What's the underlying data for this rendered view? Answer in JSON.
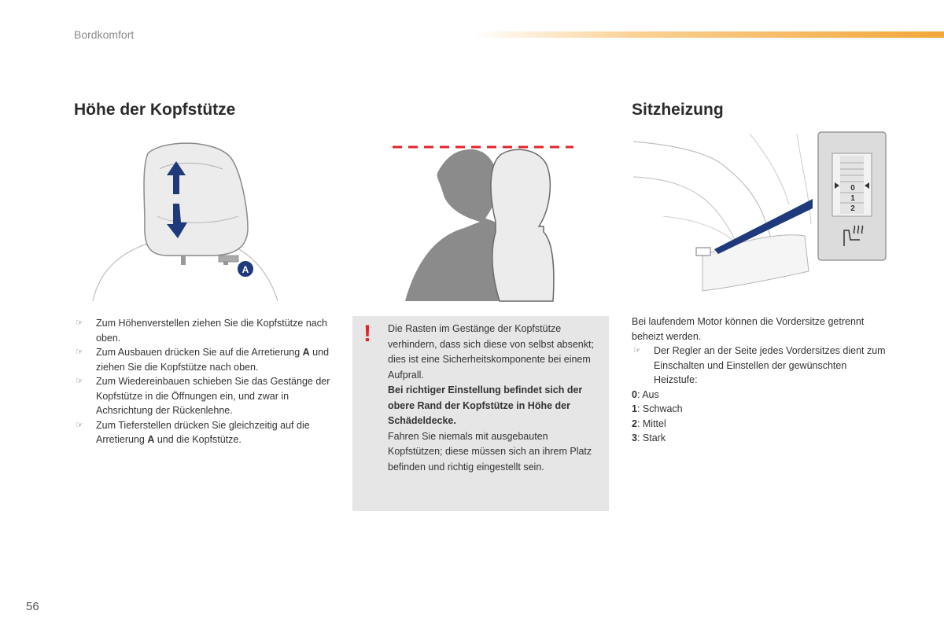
{
  "header": {
    "section": "Bordkomfort"
  },
  "left": {
    "title": "Höhe der Kopfstütze",
    "figure_label": "A",
    "bullets": [
      {
        "text": "Zum Höhenverstellen ziehen Sie die Kopfstütze nach oben."
      },
      {
        "pre": "Zum Ausbauen drücken Sie auf die Arretierung ",
        "bold": "A",
        "post": " und ziehen Sie die Kopfstütze nach oben."
      },
      {
        "text": "Zum Wiedereinbauen schieben Sie das Gestänge der Kopfstütze in die Öffnungen ein, und zwar in Achsrichtung der Rückenlehne."
      },
      {
        "pre": "Zum Tieferstellen drücken Sie gleichzeitig auf die Arretierung ",
        "bold": "A",
        "post": " und die Kopfstütze."
      }
    ]
  },
  "warning": {
    "mark": "!",
    "para1": "Die Rasten im Gestänge der Kopfstütze verhindern, dass sich diese von selbst absenkt; dies ist eine Sicherheitskomponente bei einem Aufprall.",
    "para2": "Bei richtiger Einstellung befindet sich der obere Rand der Kopfstütze in Höhe der Schädeldecke.",
    "para3": "Fahren Sie niemals mit ausgebauten Kopfstützen; diese müssen sich an ihrem Platz befinden und richtig eingestellt sein."
  },
  "right": {
    "title": "Sitzheizung",
    "dial_labels": [
      "0",
      "1",
      "2"
    ],
    "intro": "Bei laufendem Motor können die Vordersitze getrennt beheizt werden.",
    "bullet": "Der Regler an der Seite jedes Vordersitzes dient zum Einschalten und Einstellen der gewünschten Heizstufe:",
    "levels": [
      {
        "key": "0",
        "label": ": Aus"
      },
      {
        "key": "1",
        "label": ": Schwach"
      },
      {
        "key": "2",
        "label": ": Mittel"
      },
      {
        "key": "3",
        "label": ": Stark"
      }
    ]
  },
  "footer": {
    "page_number": "56"
  },
  "colors": {
    "accent_orange": "#f3a63a",
    "warning_red": "#e2232a",
    "arrow_blue": "#1e3a7a"
  }
}
